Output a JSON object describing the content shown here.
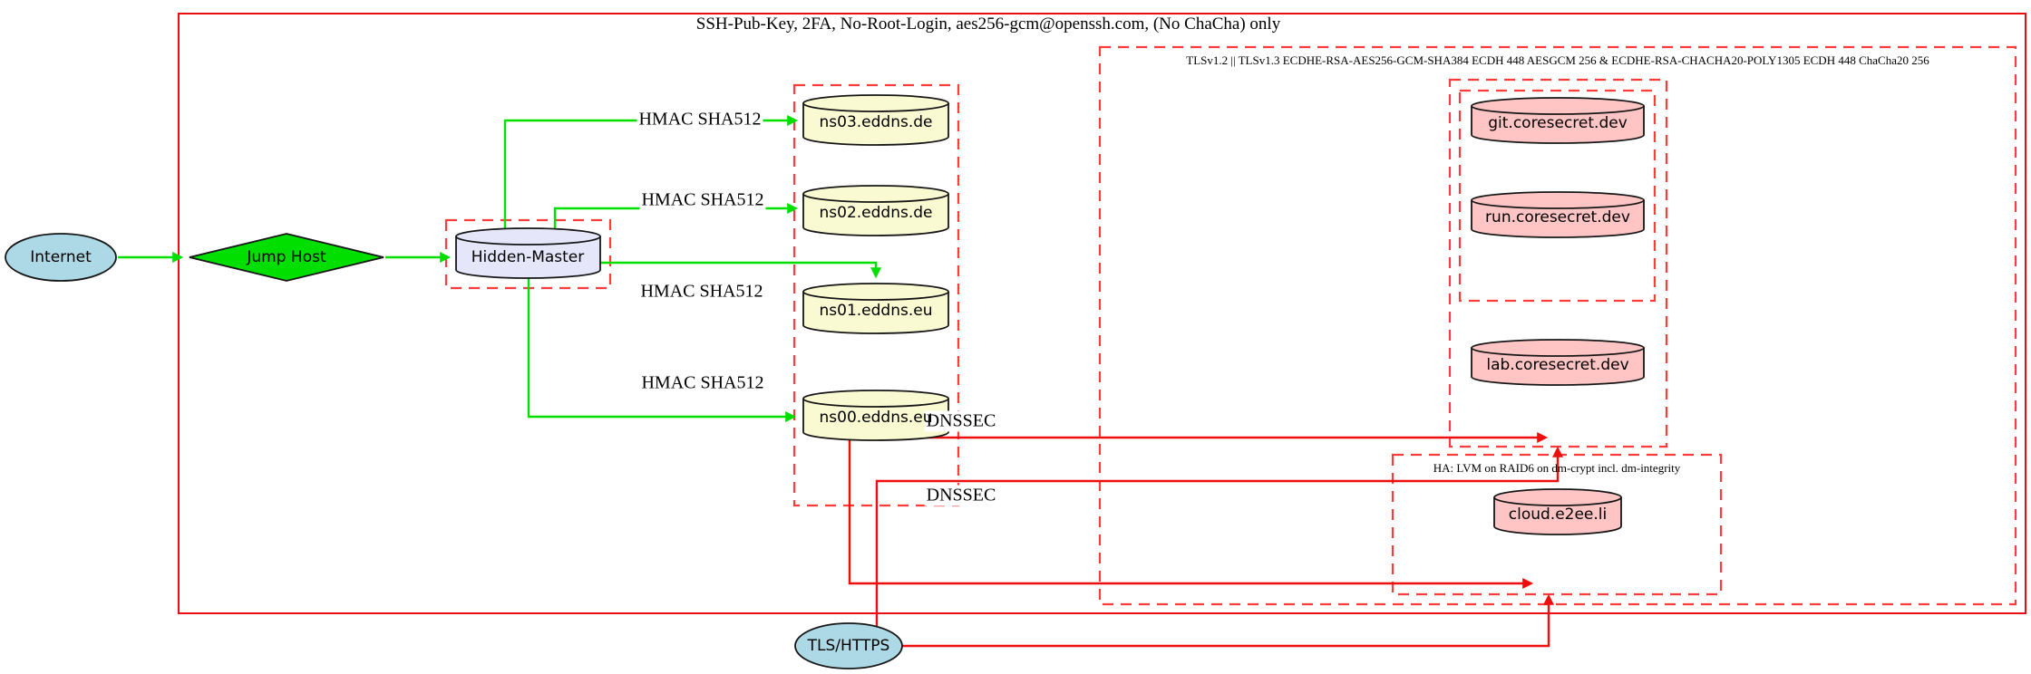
{
  "labels": {
    "outer": "SSH-Pub-Key, 2FA, No-Root-Login, aes256-gcm@openssh.com, (No ChaCha) only",
    "tls": "TLSv1.2 || TLSv1.3 ECDHE-RSA-AES256-GCM-SHA384 ECDH 448 AESGCM 256 & ECDHE-RSA-CHACHA20-POLY1305 ECDH 448 ChaCha20 256",
    "ha": "HA: LVM on RAID6 on dm-crypt incl. dm-integrity",
    "hmac": "HMAC SHA512",
    "dnssec": "DNSSEC"
  },
  "nodes": {
    "internet": "Internet",
    "jump_host": "Jump Host",
    "hidden_master": "Hidden-Master",
    "ns03": "ns03.eddns.de",
    "ns02": "ns02.eddns.de",
    "ns01": "ns01.eddns.eu",
    "ns00": "ns00.eddns.eu",
    "git": "git.coresecret.dev",
    "run": "run.coresecret.dev",
    "lab": "lab.coresecret.dev",
    "cloud": "cloud.e2ee.li",
    "tls_https": "TLS/HTTPS"
  },
  "colors": {
    "green": "#00DF00",
    "red_solid": "#E81010",
    "red_dash": "#FF3B3B",
    "red_edge": "#EE0E0E",
    "node_blue": "#ADD8E6",
    "node_lavender": "#E6E6FA",
    "node_yellow": "#FAFAD2",
    "node_pink": "#FFC5C5",
    "node_green": "#00DF00"
  }
}
